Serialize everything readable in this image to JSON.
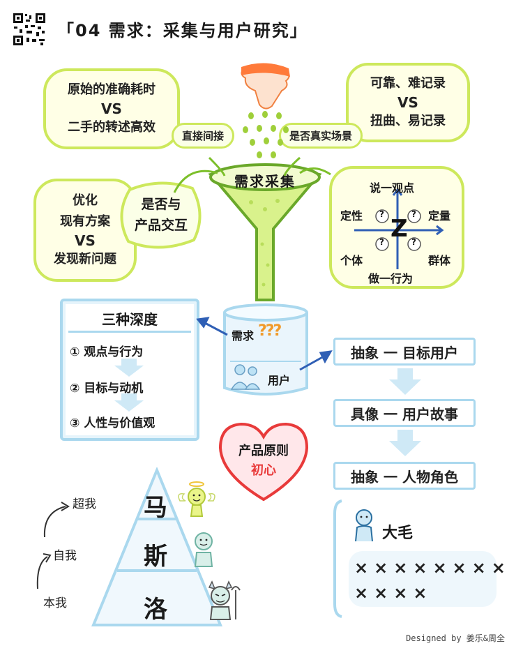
{
  "title": "「04 需求：采集与用户研究」",
  "top_left_cloud": {
    "line1": "原始的准确耗时",
    "vs": "VS",
    "line2": "二手的转述高效"
  },
  "top_right_cloud": {
    "line1": "可靠、难记录",
    "vs": "VS",
    "line2": "扭曲、易记录"
  },
  "left_cloud": {
    "line1": "优化",
    "line2": "现有方案",
    "vs": "VS",
    "line3": "发现新问题"
  },
  "bubble_direct": "直接间接",
  "bubble_real": "是否真实场景",
  "bubble_interact": {
    "line1": "是否与",
    "line2": "产品交互"
  },
  "funnel_label": "需求采集",
  "quadrant": {
    "top": "说一观点",
    "bottom": "做一行为",
    "left_top": "定性",
    "right_top": "定量",
    "left_bottom": "个体",
    "right_bottom": "群体",
    "center": "Z",
    "q": "?"
  },
  "depth": {
    "title": "三种深度",
    "items": [
      "① 观点与行为",
      "② 目标与动机",
      "③ 人性与价值观"
    ]
  },
  "cylinder": {
    "need": "需求",
    "marks": "???",
    "user": "用户"
  },
  "chain": [
    "抽象 一 目标用户",
    "具像 一 用户故事",
    "抽象 一 人物角色"
  ],
  "persona": {
    "name": "大毛",
    "row1": "××××××××",
    "row2": "××××"
  },
  "heart": {
    "line1": "产品原则",
    "line2": "初心"
  },
  "pyramid": {
    "top": "马",
    "mid": "斯",
    "bottom": "洛"
  },
  "selves": {
    "super": "超我",
    "ego": "自我",
    "id": "本我"
  },
  "footer": "Designed by 姜乐&周全",
  "colors": {
    "green": "#cde85c",
    "blue": "#aad8ee",
    "red": "#e83a3a",
    "orange": "#f09a2a",
    "navy": "#2f5fb5"
  }
}
